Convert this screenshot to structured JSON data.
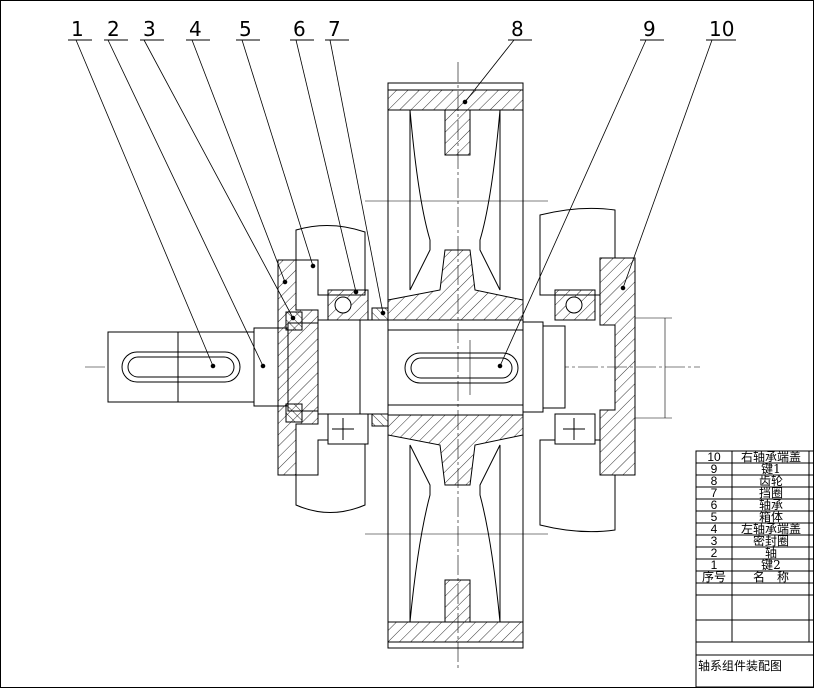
{
  "callouts": [
    "1",
    "2",
    "3",
    "4",
    "5",
    "6",
    "7",
    "8",
    "9",
    "10"
  ],
  "parts_table": {
    "rows": [
      {
        "no": "10",
        "name": "右轴承端盖"
      },
      {
        "no": "9",
        "name": "键1"
      },
      {
        "no": "8",
        "name": "齿轮"
      },
      {
        "no": "7",
        "name": "挡圈"
      },
      {
        "no": "6",
        "name": "轴承"
      },
      {
        "no": "5",
        "name": "箱体"
      },
      {
        "no": "4",
        "name": "左轴承端盖"
      },
      {
        "no": "3",
        "name": "密封圈"
      },
      {
        "no": "2",
        "name": "轴"
      },
      {
        "no": "1",
        "name": "键2"
      }
    ],
    "header": {
      "no": "序号",
      "name": "名　称"
    }
  },
  "title_block": {
    "title": "轴系组件装配图"
  },
  "colors": {
    "line": "#000000",
    "background": "#ffffff"
  }
}
